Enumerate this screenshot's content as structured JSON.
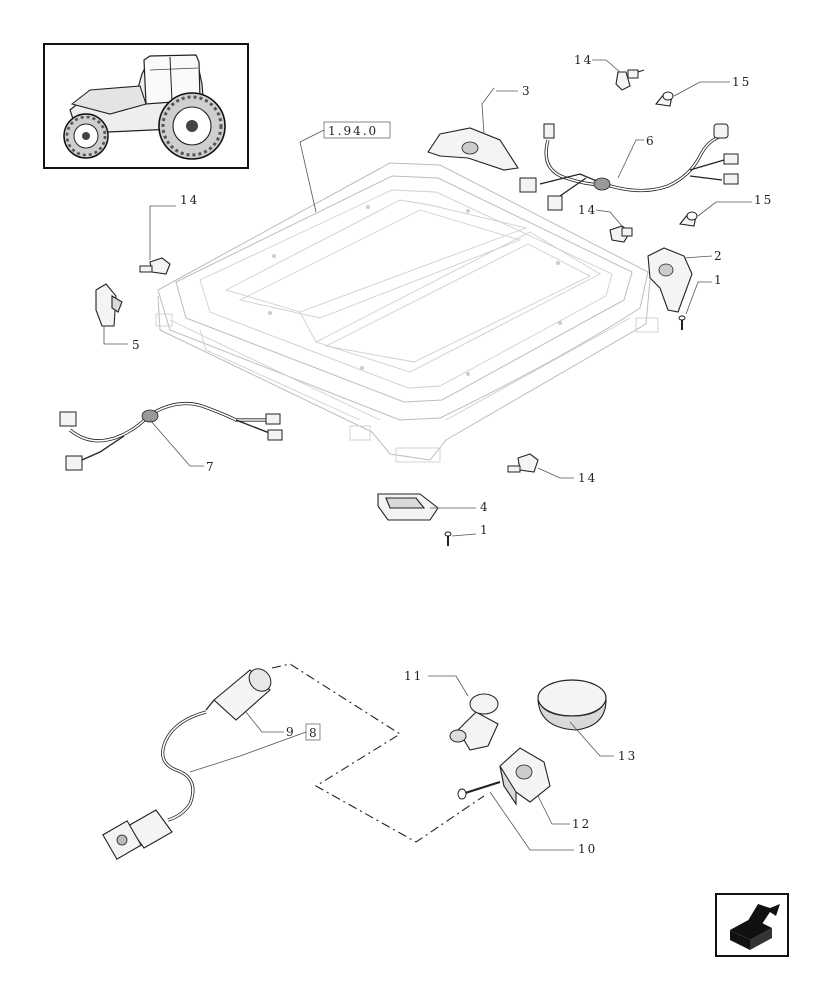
{
  "reference_label": "1.94.0",
  "alt_ref_label": "8",
  "icons": {
    "tractor": "tractor-thumbnail-icon",
    "next_page": "next-page-arrow-icon"
  },
  "callouts": {
    "c1a": "1",
    "c1b": "1",
    "c2": "2",
    "c3": "3",
    "c4": "4",
    "c5": "5",
    "c6": "6",
    "c7": "7",
    "c9": "9",
    "c10": "10",
    "c11": "11",
    "c12": "12",
    "c13": "13",
    "c14a": "14",
    "c14b": "14",
    "c14c": "14",
    "c14d": "14",
    "c15a": "15",
    "c15b": "15"
  }
}
